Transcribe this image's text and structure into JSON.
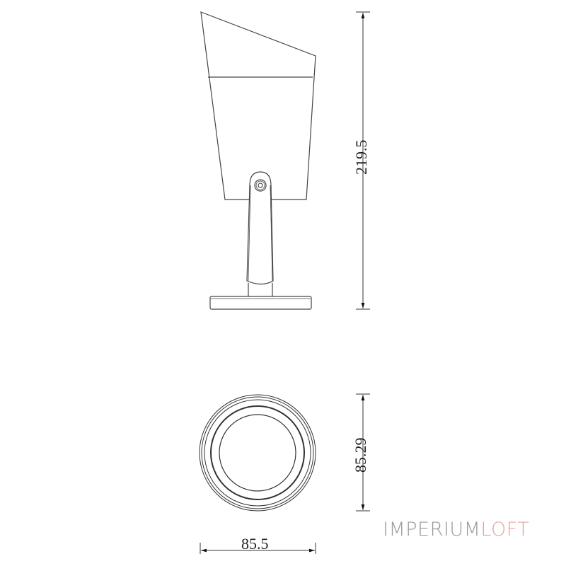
{
  "diagram": {
    "type": "technical-drawing",
    "subject": "spotlight on stand",
    "views": {
      "side": {
        "name": "side-elevation",
        "height_dimension": "219.5"
      },
      "top": {
        "name": "top-view",
        "diameter_vertical": "85.29",
        "diameter_horizontal": "85.5"
      }
    },
    "line_color": "#333333"
  },
  "brand": {
    "part1": "IMPERIUM",
    "part2": "LOFT",
    "color1": "#9a9a9a",
    "color2": "#e8a2a2"
  }
}
